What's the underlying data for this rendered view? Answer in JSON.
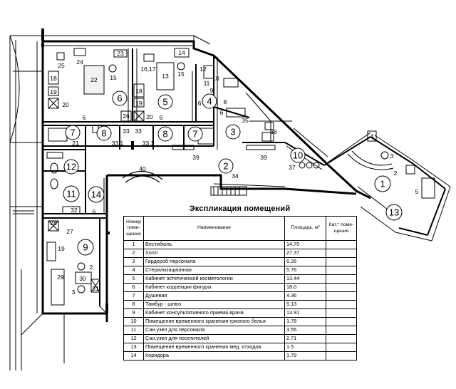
{
  "plan": {
    "room_numbers": [
      "1",
      "2",
      "3",
      "4",
      "5",
      "6",
      "7",
      "8",
      "9",
      "10",
      "11",
      "12",
      "13",
      "14"
    ],
    "equipment_marks": {
      "m3": "3",
      "m4": "4",
      "m5": "5",
      "m6": "6",
      "m8": "8",
      "m9": "9",
      "m10": "10",
      "m11": "11",
      "m12": "12",
      "m13": "13",
      "m14": "14",
      "m15": "15",
      "m16_17": "16,17",
      "m18": "18",
      "m19": "19",
      "m20": "20",
      "m21": "21",
      "m22": "22",
      "m23": "23",
      "m24": "24",
      "m25": "25",
      "m26": "26",
      "m27": "27",
      "m28": "28",
      "m29": "29",
      "m30": "30",
      "m31": "31",
      "m32": "32",
      "m33": "33",
      "m33_1": "33.1",
      "m34": "34",
      "m35": "35",
      "m36": "36",
      "m37": "37",
      "m39": "39",
      "m40": "40",
      "m2": "2"
    }
  },
  "legend": {
    "title": "Экспликация помещений",
    "headers": {
      "number": "Номер поме-щения",
      "name": "Наименование",
      "area": "Площадь, м²",
      "category": "Кат.* поме-щения"
    },
    "rows": [
      {
        "num": "1",
        "name": "Вестибюль",
        "area": "14.70",
        "cat": ""
      },
      {
        "num": "2",
        "name": "Холл",
        "area": "27.37",
        "cat": ""
      },
      {
        "num": "3",
        "name": "Гардероб персонала",
        "area": "6.26",
        "cat": ""
      },
      {
        "num": "4",
        "name": "Стерилизационная",
        "area": "5.76",
        "cat": ""
      },
      {
        "num": "5",
        "name": "Кабинет эстетической косметологии",
        "area": "13.44",
        "cat": ""
      },
      {
        "num": "6",
        "name": "Кабинет коррекции фигуры",
        "area": "18.0",
        "cat": ""
      },
      {
        "num": "7",
        "name": "Душевая",
        "area": "4.36",
        "cat": ""
      },
      {
        "num": "8",
        "name": "Тамбур - шлюз",
        "area": "5.13",
        "cat": ""
      },
      {
        "num": "9",
        "name": "Кабинет консультативного приема врача",
        "area": "13.91",
        "cat": ""
      },
      {
        "num": "10",
        "name": "Помещение временного хранения грязного белья",
        "area": "1.78",
        "cat": ""
      },
      {
        "num": "11",
        "name": "Сан.узел для персонала",
        "area": "3.55",
        "cat": ""
      },
      {
        "num": "12",
        "name": "Сан.узел для посетителей",
        "area": "2.71",
        "cat": ""
      },
      {
        "num": "13",
        "name": "Помещение временного хранения мед. отходов",
        "area": "1.5",
        "cat": ""
      },
      {
        "num": "14",
        "name": "Коридора",
        "area": "1.79",
        "cat": ""
      }
    ]
  }
}
